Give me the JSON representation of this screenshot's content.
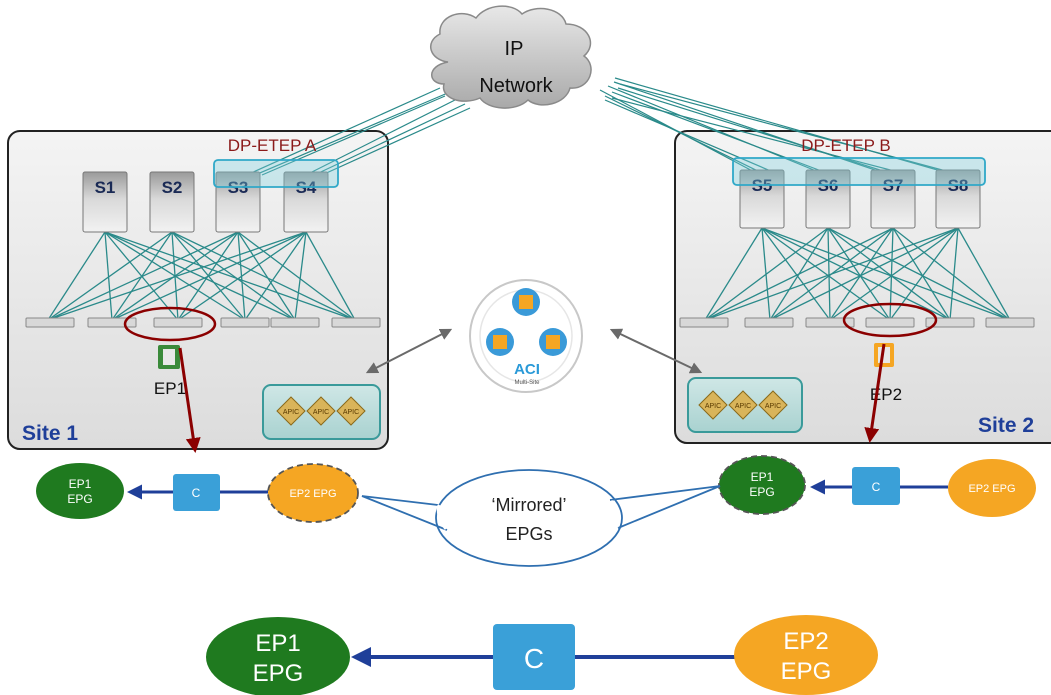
{
  "cloud": {
    "line1": "IP",
    "line2": "Network"
  },
  "site1": {
    "label": "Site 1",
    "dp_etep": "DP-ETEP A",
    "spines": [
      "S1",
      "S2",
      "S3",
      "S4"
    ],
    "endpoint": "EP1",
    "apic_labels": [
      "APIC",
      "APIC",
      "APIC"
    ]
  },
  "site2": {
    "label": "Site 2",
    "dp_etep": "DP-ETEP B",
    "spines": [
      "S5",
      "S6",
      "S7",
      "S8"
    ],
    "endpoint": "EP2",
    "apic_labels": [
      "APIC",
      "APIC",
      "APIC"
    ]
  },
  "msc": {
    "title": "ACI",
    "subtitle": "Multi-Site"
  },
  "row_site1": {
    "ep1_line1": "EP1",
    "ep1_line2": "EPG",
    "contract": "C",
    "ep2": "EP2 EPG"
  },
  "row_site2": {
    "ep1_line1": "EP1",
    "ep1_line2": "EPG",
    "contract": "C",
    "ep2": "EP2 EPG"
  },
  "callout": {
    "line1": "‘Mirrored’",
    "line2": "EPGs"
  },
  "bottom": {
    "ep1_line1": "EP1",
    "ep1_line2": "EPG",
    "contract": "C",
    "ep2_line1": "EP2",
    "ep2_line2": "EPG"
  },
  "colors": {
    "green": "#1f7a1f",
    "orange": "#f5a623",
    "blue_arrow": "#1f3f99",
    "contract": "#3aa0d8",
    "teal_line": "#2a8a8a",
    "dark_red": "#8b0000",
    "site_label": "#1f3f99"
  }
}
